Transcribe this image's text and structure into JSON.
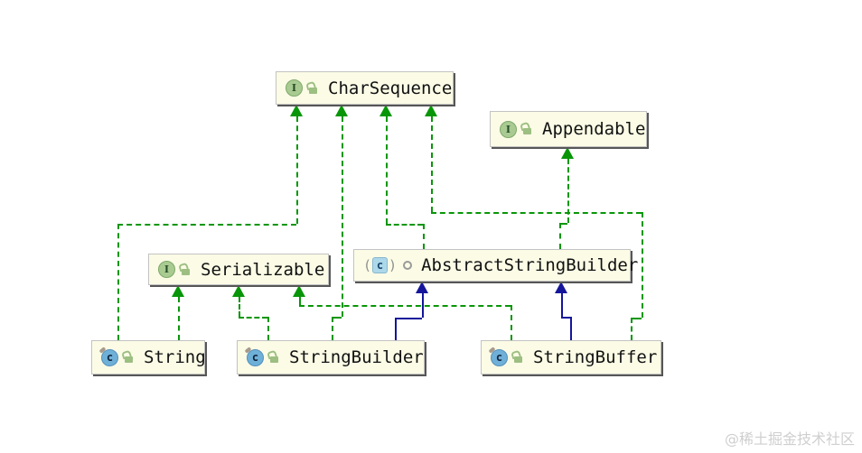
{
  "diagram": {
    "nodes": [
      {
        "id": "charsequence",
        "label": "CharSequence",
        "kind": "interface",
        "badge": "I",
        "visibility": "public"
      },
      {
        "id": "appendable",
        "label": "Appendable",
        "kind": "interface",
        "badge": "I",
        "visibility": "public"
      },
      {
        "id": "serializable",
        "label": "Serializable",
        "kind": "interface",
        "badge": "I",
        "visibility": "public"
      },
      {
        "id": "abstract-string-builder",
        "label": "AbstractStringBuilder",
        "kind": "abstract-class",
        "badge": "c",
        "visibility": "package-private"
      },
      {
        "id": "string",
        "label": "String",
        "kind": "final-class",
        "badge": "c",
        "visibility": "public"
      },
      {
        "id": "string-builder",
        "label": "StringBuilder",
        "kind": "final-class",
        "badge": "c",
        "visibility": "public"
      },
      {
        "id": "string-buffer",
        "label": "StringBuffer",
        "kind": "final-class",
        "badge": "c",
        "visibility": "public"
      }
    ],
    "edges": [
      {
        "from": "String",
        "to": "CharSequence",
        "type": "implements"
      },
      {
        "from": "String",
        "to": "Serializable",
        "type": "implements"
      },
      {
        "from": "StringBuilder",
        "to": "Serializable",
        "type": "implements"
      },
      {
        "from": "StringBuilder",
        "to": "CharSequence",
        "type": "implements"
      },
      {
        "from": "StringBuilder",
        "to": "AbstractStringBuilder",
        "type": "extends"
      },
      {
        "from": "StringBuffer",
        "to": "Serializable",
        "type": "implements"
      },
      {
        "from": "StringBuffer",
        "to": "AbstractStringBuilder",
        "type": "extends"
      },
      {
        "from": "StringBuffer",
        "to": "CharSequence",
        "type": "implements"
      },
      {
        "from": "AbstractStringBuilder",
        "to": "CharSequence",
        "type": "implements"
      },
      {
        "from": "AbstractStringBuilder",
        "to": "Appendable",
        "type": "implements"
      }
    ],
    "colors": {
      "implements_edge": "#089608",
      "extends_edge": "#15159b",
      "node_fill": "#fbfbe6",
      "node_border": "#c3c3c3",
      "interface_icon": "#a9cb92",
      "class_icon": "#6fb0d8",
      "lock_icon": "#9dbf82"
    }
  },
  "watermark": {
    "text": "@稀土掘金技术社区"
  }
}
